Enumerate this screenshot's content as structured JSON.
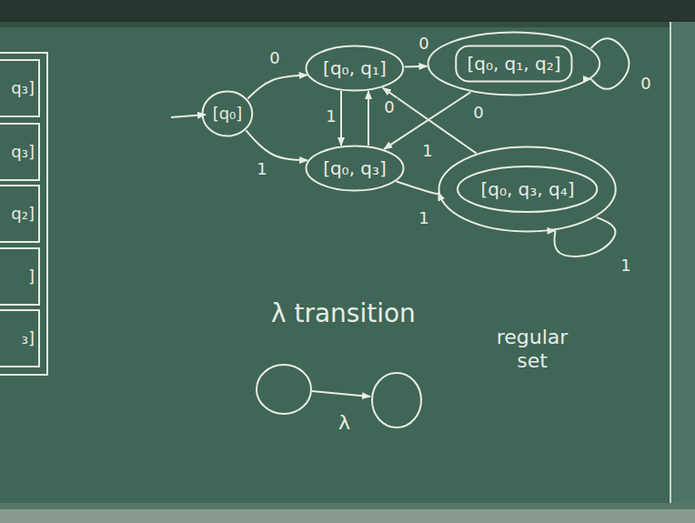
{
  "diagram": {
    "nodes": [
      {
        "text": [
          "[q₀]"
        ]
      },
      {
        "text": [
          "[q₀, q₁]"
        ]
      },
      {
        "text": [
          "[q₀, q₁, q₂]"
        ]
      },
      {
        "text": [
          "[q₀, q₃]"
        ]
      },
      {
        "text": [
          "[q₀, q₃, q₄]"
        ]
      },
      {
        "text": [
          "q₃]"
        ]
      },
      {
        "text": [
          "q₃]"
        ]
      },
      {
        "text": [
          "q₂]"
        ]
      },
      {
        "text": [
          "]"
        ]
      },
      {
        "text": [
          "₃]"
        ]
      }
    ],
    "edges": [
      {
        "from": 0,
        "to": 1,
        "label": "0",
        "arrow": "to"
      },
      {
        "from": 0,
        "to": 3,
        "label": "1",
        "arrow": "to"
      },
      {
        "from": 1,
        "to": 2,
        "label": "0",
        "arrow": "to"
      },
      {
        "from": 1,
        "to": 3,
        "label": "1",
        "arrow": "to"
      },
      {
        "from": 3,
        "to": 1,
        "label": "0",
        "arrow": "to"
      },
      {
        "from": 4,
        "to": 1,
        "label": "0",
        "arrow": "to"
      },
      {
        "from": 2,
        "to": 3,
        "label": "1",
        "arrow": "to"
      },
      {
        "from": 3,
        "to": 4,
        "label": "1",
        "arrow": "to"
      },
      {
        "from": 2,
        "to": 2,
        "label": "0",
        "arrow": "to"
      },
      {
        "from": 4,
        "to": 4,
        "label": "1",
        "arrow": "to"
      }
    ],
    "labels": [
      "λ transition",
      "λ",
      "regular set"
    ]
  }
}
